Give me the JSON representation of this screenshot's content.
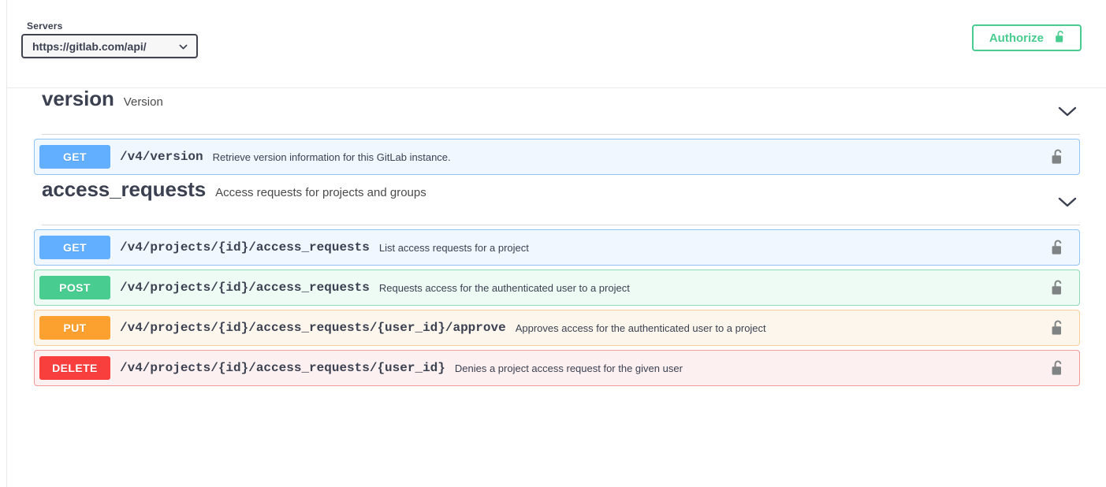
{
  "topbar": {
    "servers_label": "Servers",
    "server_value": "https://gitlab.com/api/",
    "server_dropdown_icon": "chevron-down-icon",
    "authorize_label": "Authorize",
    "authorize_icon": "lock-open-icon"
  },
  "sections": [
    {
      "name": "version",
      "description": "Version",
      "toggle_icon": "chevron-down-icon",
      "operations": [
        {
          "method": "GET",
          "path": "/v4/version",
          "summary": "Retrieve version information for this GitLab instance.",
          "auth_icon": "lock-open-icon"
        }
      ]
    },
    {
      "name": "access_requests",
      "description": "Access requests for projects and groups",
      "toggle_icon": "chevron-down-icon",
      "operations": [
        {
          "method": "GET",
          "path": "/v4/projects/{id}/access_requests",
          "summary": "List access requests for a project",
          "auth_icon": "lock-open-icon"
        },
        {
          "method": "POST",
          "path": "/v4/projects/{id}/access_requests",
          "summary": "Requests access for the authenticated user to a project",
          "auth_icon": "lock-open-icon"
        },
        {
          "method": "PUT",
          "path": "/v4/projects/{id}/access_requests/{user_id}/approve",
          "summary": "Approves access for the authenticated user to a project",
          "auth_icon": "lock-open-icon"
        },
        {
          "method": "DELETE",
          "path": "/v4/projects/{id}/access_requests/{user_id}",
          "summary": "Denies a project access request for the given user",
          "auth_icon": "lock-open-icon"
        }
      ]
    }
  ],
  "colors": {
    "get": "#61affe",
    "post": "#49cc90",
    "put": "#fca130",
    "delete": "#f93e3e",
    "authorize_green": "#49cc90",
    "text_dark": "#3b4151",
    "lock_grey": "#7f8384"
  }
}
